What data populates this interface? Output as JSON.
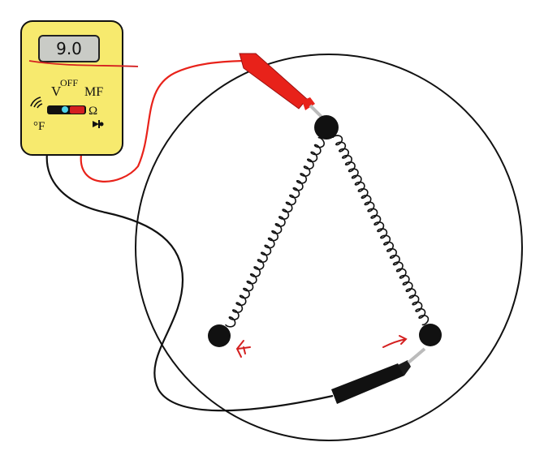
{
  "meter": {
    "display": "9.0",
    "label_v": "V",
    "label_off": "OFF",
    "label_mf": "MF",
    "label_ohm": "Ω",
    "label_f": "°F",
    "body_color": "#f7ea6e",
    "red_lead_color": "#e8221a",
    "black_lead_color": "#111111"
  },
  "icons": {
    "continuity": "sound-wave-icon",
    "diode": "diode-icon",
    "dial": "selector-dial"
  },
  "diagram": {
    "nodes": [
      "top-terminal",
      "left-terminal",
      "right-terminal"
    ],
    "coils": [
      "left-coil",
      "right-coil"
    ],
    "annotation_color": "#d42020"
  }
}
